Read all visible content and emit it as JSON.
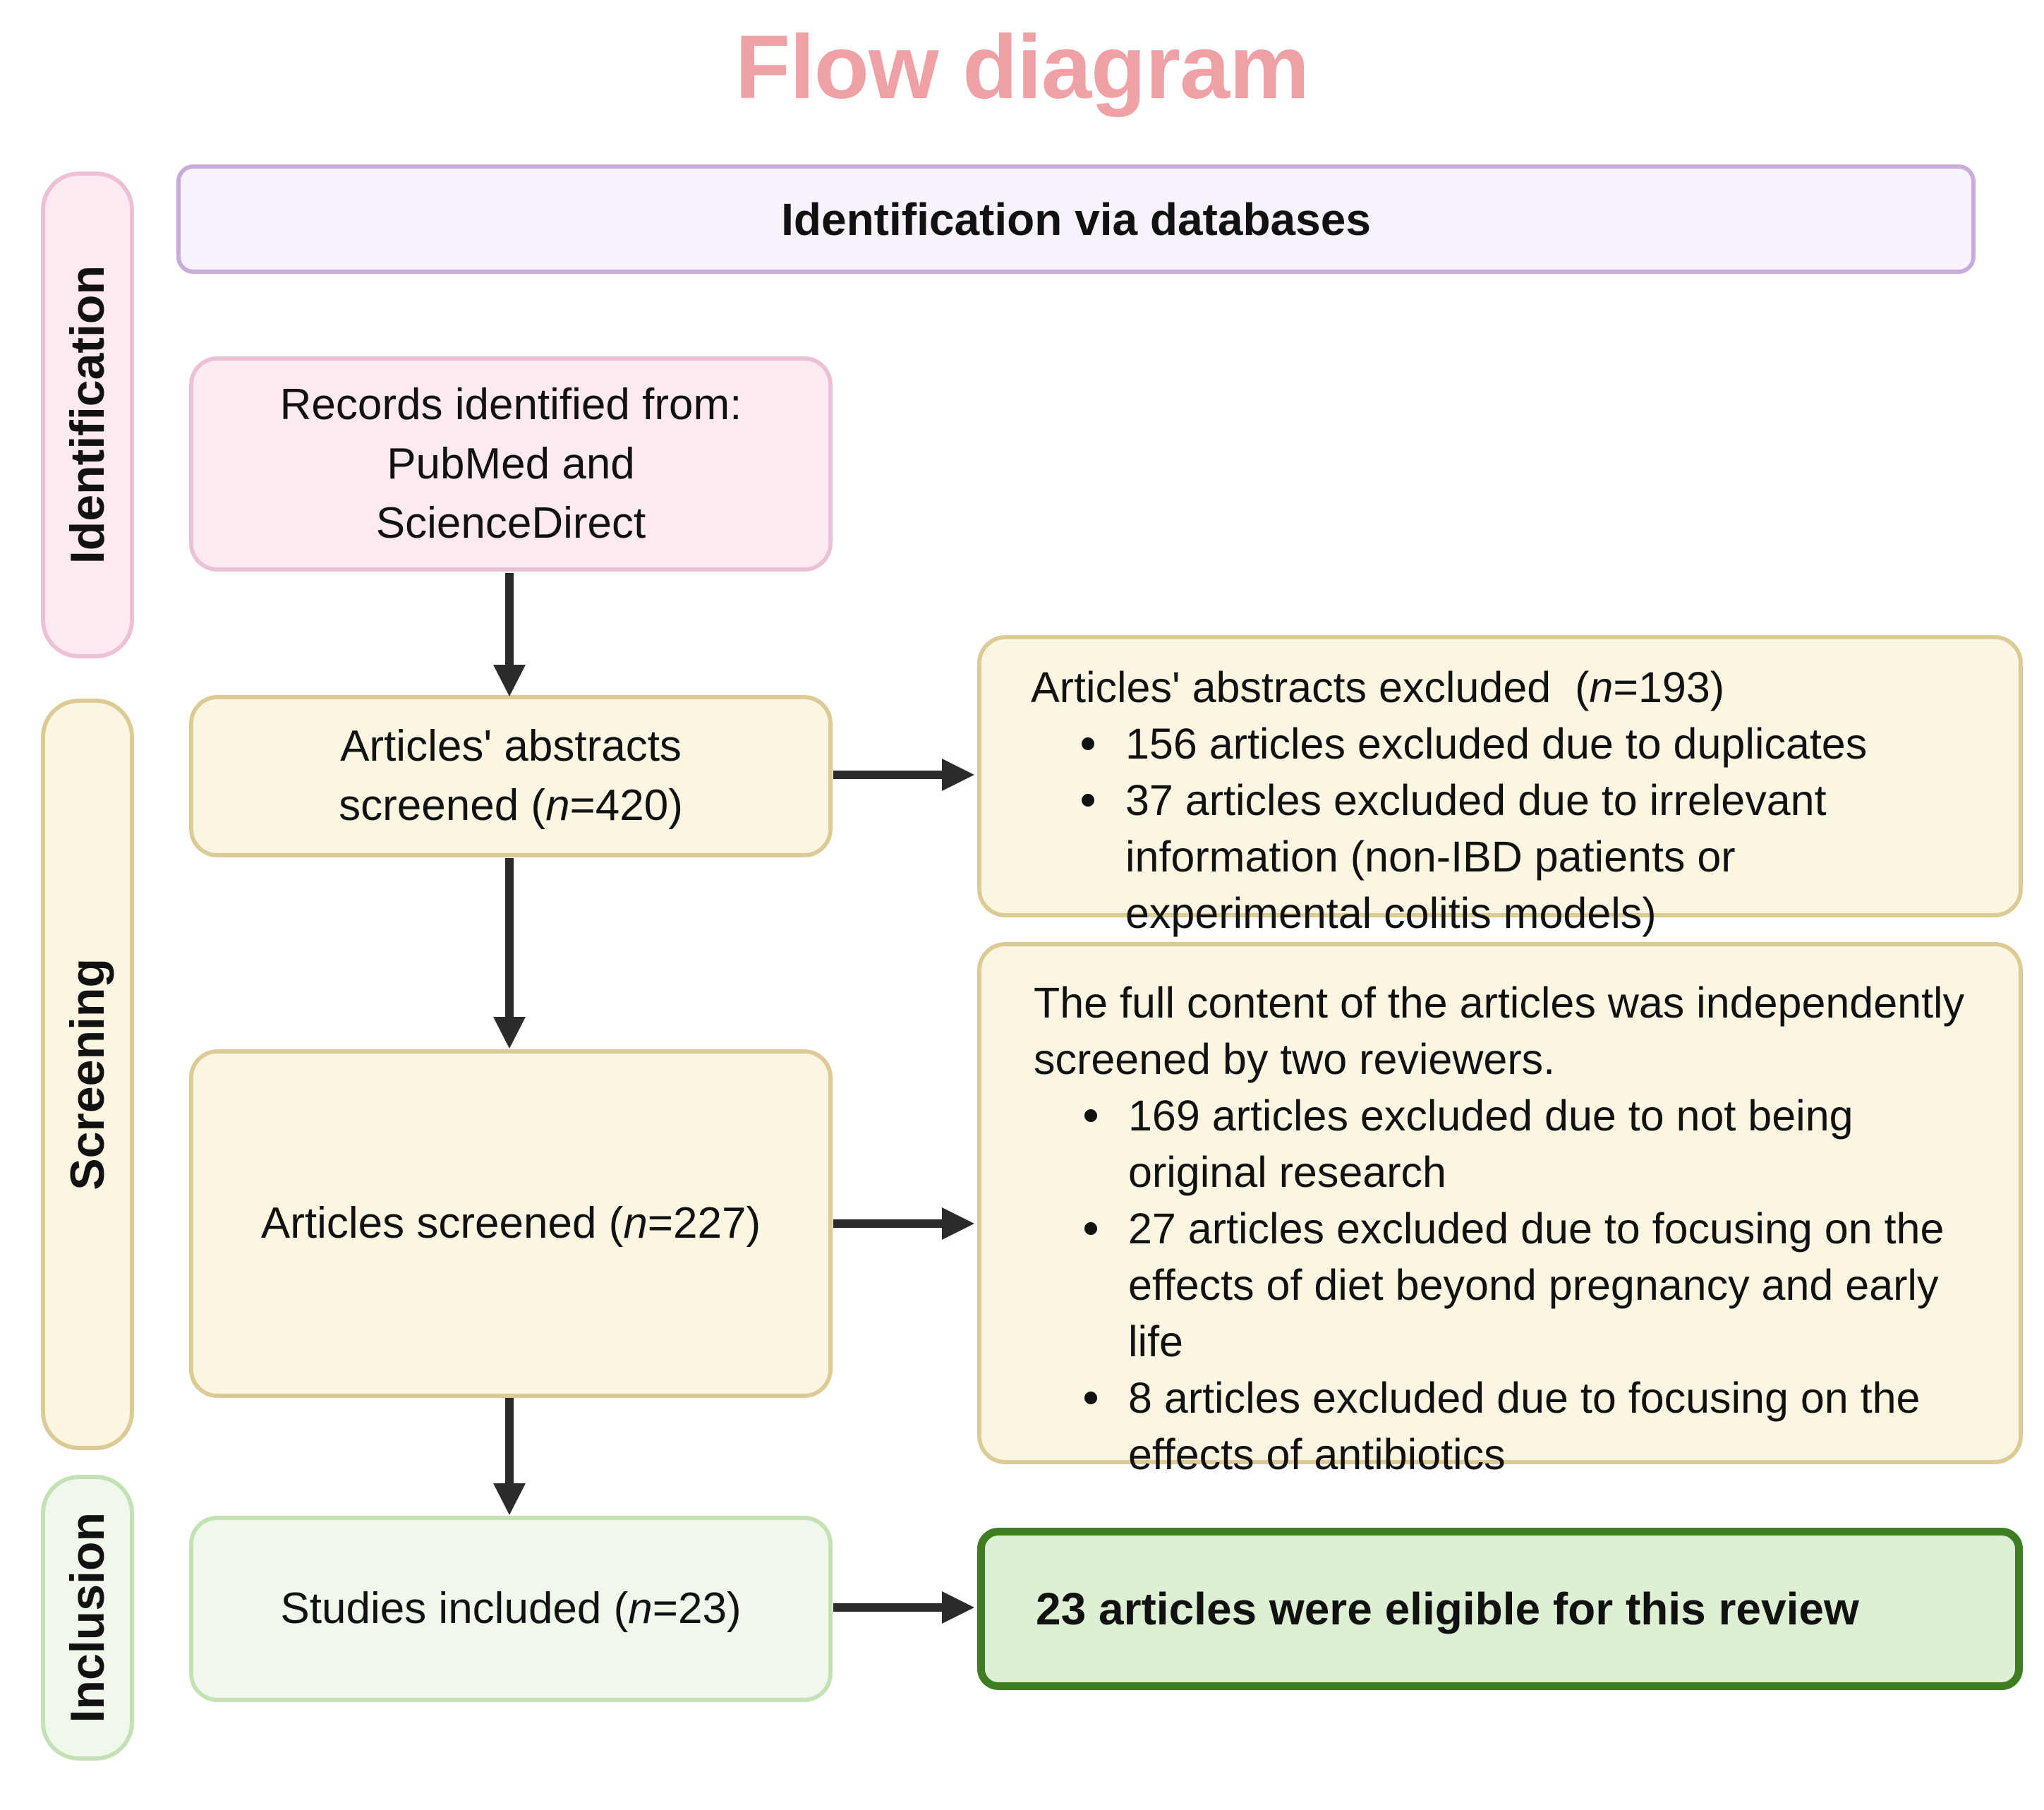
{
  "title": "Flow diagram",
  "banner": {
    "label": "Identification via databases"
  },
  "stages": {
    "identification": "Identification",
    "screening": "Screening",
    "inclusion": "Inclusion"
  },
  "boxes": {
    "records": {
      "lines": [
        "Records identified from:",
        "PubMed and",
        "ScienceDirect"
      ]
    },
    "abstracts_screened": {
      "line1": "Articles' abstracts",
      "line2_pre": "screened (",
      "n": "n",
      "line2_post": "=420)"
    },
    "articles_screened": {
      "pre": "Articles screened (",
      "n": "n",
      "post": "=227)"
    },
    "studies_included": {
      "pre": "Studies included (",
      "n": "n",
      "post": "=23)"
    }
  },
  "side_boxes": {
    "abstracts_excluded": {
      "header_pre": "Articles' abstracts excluded  (",
      "header_n": "n",
      "header_post": "=193)",
      "bullets": [
        "156 articles excluded due to duplicates",
        "37 articles excluded due to irrelevant information (non-IBD patients or experimental colitis models)"
      ]
    },
    "full_content": {
      "header": "The full content of the articles was independently screened by two reviewers.",
      "bullets": [
        "169 articles excluded due to not being original research",
        "27 articles excluded due to focusing on the effects of diet beyond pregnancy and early life",
        "8 articles excluded due to focusing on the effects of antibiotics"
      ]
    },
    "eligible": {
      "text": "23 articles were eligible for this review"
    }
  },
  "colors": {
    "title_pink": "#efa1a5",
    "banner_fill": "#f8f2fc",
    "banner_border": "#c9abdc",
    "pink_fill": "#fce9f2",
    "pink_border": "#ecc0d5",
    "yellow_fill": "#fbf6e2",
    "yellow_border": "#ddcb96",
    "green_fill": "#eff8ea",
    "green_border": "#c4e1b5",
    "dark_green_fill": "#def0d3",
    "dark_green_border": "#3e7d22",
    "arrow": "#2b2b2b"
  }
}
